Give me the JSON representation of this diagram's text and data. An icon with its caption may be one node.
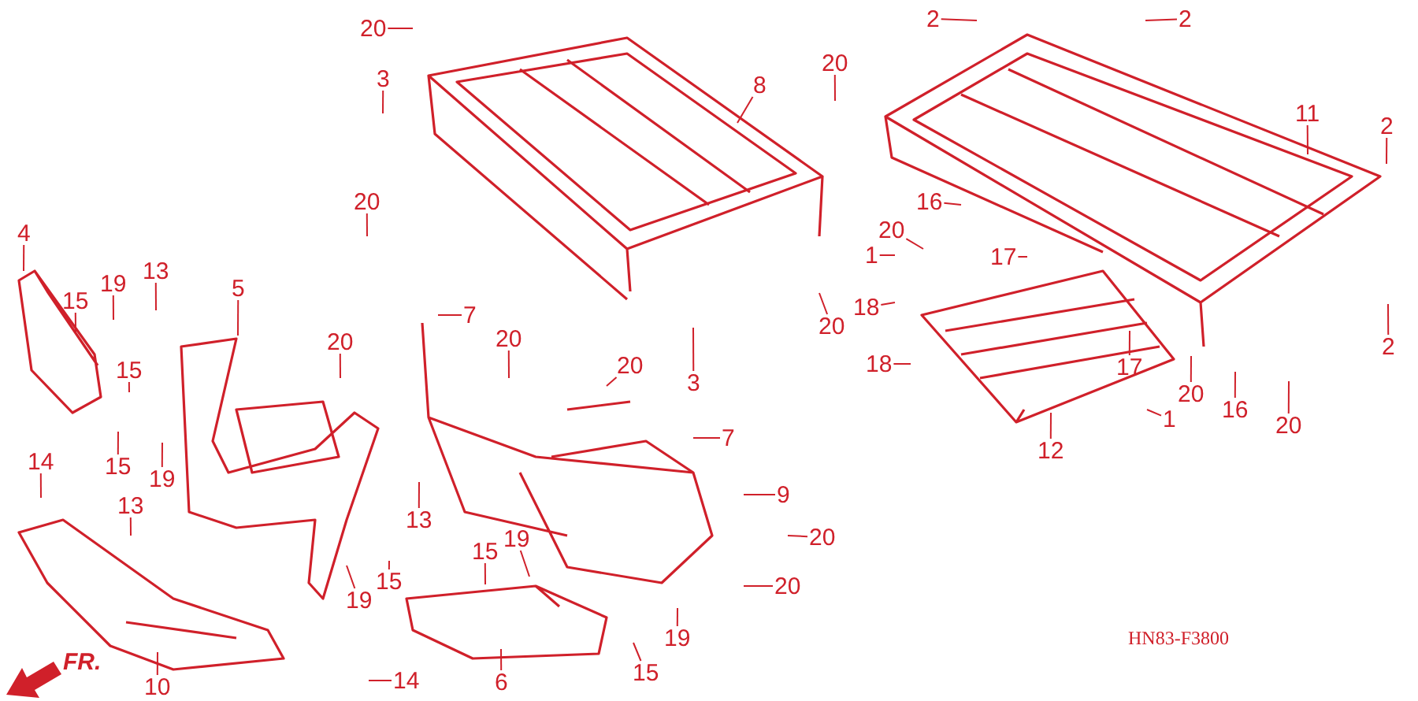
{
  "diagram": {
    "nodes": [
      {
        "text": [
          "2"
        ]
      },
      {
        "text": [
          "2"
        ]
      },
      {
        "text": [
          "20"
        ]
      },
      {
        "text": [
          "3"
        ]
      },
      {
        "text": [
          "20"
        ]
      },
      {
        "text": [
          "8"
        ]
      },
      {
        "text": [
          "11"
        ]
      },
      {
        "text": [
          "2"
        ]
      },
      {
        "text": [
          "20"
        ]
      },
      {
        "text": [
          "16"
        ]
      },
      {
        "text": [
          "20"
        ]
      },
      {
        "text": [
          "1"
        ]
      },
      {
        "text": [
          "17"
        ]
      },
      {
        "text": [
          "4"
        ]
      },
      {
        "text": [
          "5"
        ]
      },
      {
        "text": [
          "13"
        ]
      },
      {
        "text": [
          "19"
        ]
      },
      {
        "text": [
          "15"
        ]
      },
      {
        "text": [
          "7"
        ]
      },
      {
        "text": [
          "18"
        ]
      },
      {
        "text": [
          "20"
        ]
      },
      {
        "text": [
          "3"
        ]
      },
      {
        "text": [
          "2"
        ]
      },
      {
        "text": [
          "20"
        ]
      },
      {
        "text": [
          "20"
        ]
      },
      {
        "text": [
          "15"
        ]
      },
      {
        "text": [
          "18"
        ]
      },
      {
        "text": [
          "20"
        ]
      },
      {
        "text": [
          "17"
        ]
      },
      {
        "text": [
          "7"
        ]
      },
      {
        "text": [
          "15"
        ]
      },
      {
        "text": [
          "19"
        ]
      },
      {
        "text": [
          "20"
        ]
      },
      {
        "text": [
          "16"
        ]
      },
      {
        "text": [
          "1"
        ]
      },
      {
        "text": [
          "20"
        ]
      },
      {
        "text": [
          "12"
        ]
      },
      {
        "text": [
          "14"
        ]
      },
      {
        "text": [
          "13"
        ]
      },
      {
        "text": [
          "9"
        ]
      },
      {
        "text": [
          "13"
        ]
      },
      {
        "text": [
          "20"
        ]
      },
      {
        "text": [
          "15"
        ]
      },
      {
        "text": [
          "19"
        ]
      },
      {
        "text": [
          "15"
        ]
      },
      {
        "text": [
          "19"
        ]
      },
      {
        "text": [
          "20"
        ]
      },
      {
        "text": [
          "19"
        ]
      },
      {
        "text": [
          "15"
        ]
      },
      {
        "text": [
          "10"
        ]
      },
      {
        "text": [
          "6"
        ]
      },
      {
        "text": [
          "14"
        ]
      }
    ],
    "edges": [
      {
        "from": 0,
        "to": null,
        "arrow": "none"
      },
      {
        "from": 1,
        "to": null,
        "arrow": "none"
      },
      {
        "from": 2,
        "to": null,
        "arrow": "none"
      },
      {
        "from": 3,
        "to": null,
        "arrow": "none"
      },
      {
        "from": 4,
        "to": null,
        "arrow": "none"
      },
      {
        "from": 5,
        "to": null,
        "arrow": "none"
      },
      {
        "from": 6,
        "to": null,
        "arrow": "none"
      },
      {
        "from": 7,
        "to": null,
        "arrow": "none"
      },
      {
        "from": 8,
        "to": null,
        "arrow": "none"
      },
      {
        "from": 9,
        "to": null,
        "arrow": "none"
      },
      {
        "from": 10,
        "to": null,
        "arrow": "none"
      },
      {
        "from": 11,
        "to": null,
        "arrow": "none"
      },
      {
        "from": 12,
        "to": null,
        "arrow": "none"
      },
      {
        "from": 13,
        "to": null,
        "arrow": "none"
      },
      {
        "from": 14,
        "to": null,
        "arrow": "none"
      },
      {
        "from": 15,
        "to": null,
        "arrow": "none"
      },
      {
        "from": 16,
        "to": null,
        "arrow": "none"
      },
      {
        "from": 17,
        "to": null,
        "arrow": "none"
      },
      {
        "from": 18,
        "to": null,
        "arrow": "none"
      },
      {
        "from": 19,
        "to": null,
        "arrow": "none"
      },
      {
        "from": 20,
        "to": null,
        "arrow": "none"
      },
      {
        "from": 21,
        "to": null,
        "arrow": "none"
      },
      {
        "from": 22,
        "to": null,
        "arrow": "none"
      },
      {
        "from": 23,
        "to": null,
        "arrow": "none"
      },
      {
        "from": 24,
        "to": null,
        "arrow": "none"
      },
      {
        "from": 25,
        "to": null,
        "arrow": "none"
      },
      {
        "from": 26,
        "to": null,
        "arrow": "none"
      },
      {
        "from": 27,
        "to": null,
        "arrow": "none"
      },
      {
        "from": 28,
        "to": null,
        "arrow": "none"
      },
      {
        "from": 29,
        "to": null,
        "arrow": "none"
      },
      {
        "from": 30,
        "to": null,
        "arrow": "none"
      },
      {
        "from": 31,
        "to": null,
        "arrow": "none"
      },
      {
        "from": 32,
        "to": null,
        "arrow": "none"
      },
      {
        "from": 33,
        "to": null,
        "arrow": "none"
      },
      {
        "from": 34,
        "to": null,
        "arrow": "none"
      },
      {
        "from": 35,
        "to": null,
        "arrow": "none"
      },
      {
        "from": 36,
        "to": null,
        "arrow": "none"
      },
      {
        "from": 37,
        "to": null,
        "arrow": "none"
      },
      {
        "from": 38,
        "to": null,
        "arrow": "none"
      },
      {
        "from": 39,
        "to": null,
        "arrow": "none"
      },
      {
        "from": 40,
        "to": null,
        "arrow": "none"
      },
      {
        "from": 41,
        "to": null,
        "arrow": "none"
      },
      {
        "from": 42,
        "to": null,
        "arrow": "none"
      },
      {
        "from": 43,
        "to": null,
        "arrow": "none"
      },
      {
        "from": 44,
        "to": null,
        "arrow": "none"
      },
      {
        "from": 45,
        "to": null,
        "arrow": "none"
      },
      {
        "from": 46,
        "to": null,
        "arrow": "none"
      },
      {
        "from": 47,
        "to": null,
        "arrow": "none"
      },
      {
        "from": 48,
        "to": null,
        "arrow": "none"
      },
      {
        "from": 49,
        "to": null,
        "arrow": "none"
      },
      {
        "from": 50,
        "to": null,
        "arrow": "none"
      },
      {
        "from": 51,
        "to": null,
        "arrow": "none"
      }
    ],
    "labels": [
      "FR.",
      "HN83-F3800"
    ]
  }
}
